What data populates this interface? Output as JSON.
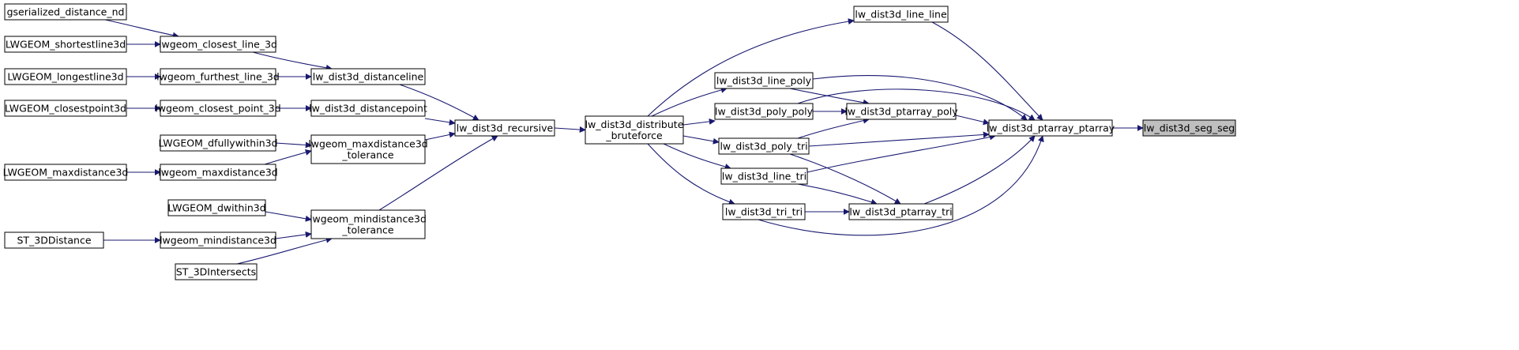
{
  "title": "",
  "colors": {
    "edge": "#191970",
    "node_border": "#000000",
    "node_fill": "#ffffff",
    "focus_fill": "#bfbfbf"
  },
  "nodes": [
    {
      "id": "gserialized_distance_nd",
      "lines": [
        "gserialized_distance_nd"
      ],
      "interactable": true
    },
    {
      "id": "LWGEOM_shortestline3d",
      "lines": [
        "LWGEOM_shortestline3d"
      ],
      "interactable": true
    },
    {
      "id": "lwgeom_closest_line_3d",
      "lines": [
        "lwgeom_closest_line_3d"
      ],
      "interactable": true
    },
    {
      "id": "LWGEOM_longestline3d",
      "lines": [
        "LWGEOM_longestline3d"
      ],
      "interactable": true
    },
    {
      "id": "lwgeom_furthest_line_3d",
      "lines": [
        "lwgeom_furthest_line_3d"
      ],
      "interactable": true
    },
    {
      "id": "lw_dist3d_distanceline",
      "lines": [
        "lw_dist3d_distanceline"
      ],
      "interactable": true
    },
    {
      "id": "LWGEOM_closestpoint3d",
      "lines": [
        "LWGEOM_closestpoint3d"
      ],
      "interactable": true
    },
    {
      "id": "lwgeom_closest_point_3d",
      "lines": [
        "lwgeom_closest_point_3d"
      ],
      "interactable": true
    },
    {
      "id": "lw_dist3d_distancepoint",
      "lines": [
        "lw_dist3d_distancepoint"
      ],
      "interactable": true
    },
    {
      "id": "lw_dist3d_recursive",
      "lines": [
        "lw_dist3d_recursive"
      ],
      "interactable": true
    },
    {
      "id": "LWGEOM_dfullywithin3d",
      "lines": [
        "LWGEOM_dfullywithin3d"
      ],
      "interactable": true
    },
    {
      "id": "lwgeom_maxdistance3d_tolerance",
      "lines": [
        "lwgeom_maxdistance3d",
        "_tolerance"
      ],
      "interactable": true
    },
    {
      "id": "LWGEOM_maxdistance3d",
      "lines": [
        "LWGEOM_maxdistance3d"
      ],
      "interactable": true
    },
    {
      "id": "lwgeom_maxdistance3d",
      "lines": [
        "lwgeom_maxdistance3d"
      ],
      "interactable": true
    },
    {
      "id": "LWGEOM_dwithin3d",
      "lines": [
        "LWGEOM_dwithin3d"
      ],
      "interactable": true
    },
    {
      "id": "lwgeom_mindistance3d_tolerance",
      "lines": [
        "lwgeom_mindistance3d",
        "_tolerance"
      ],
      "interactable": true
    },
    {
      "id": "ST_3DDistance",
      "lines": [
        "ST_3DDistance"
      ],
      "interactable": true
    },
    {
      "id": "lwgeom_mindistance3d",
      "lines": [
        "lwgeom_mindistance3d"
      ],
      "interactable": true
    },
    {
      "id": "ST_3DIntersects",
      "lines": [
        "ST_3DIntersects"
      ],
      "interactable": true
    },
    {
      "id": "lw_dist3d_distribute_bruteforce",
      "lines": [
        "lw_dist3d_distribute",
        "_bruteforce"
      ],
      "interactable": true
    },
    {
      "id": "lw_dist3d_line_line",
      "lines": [
        "lw_dist3d_line_line"
      ],
      "interactable": true
    },
    {
      "id": "lw_dist3d_line_poly",
      "lines": [
        "lw_dist3d_line_poly"
      ],
      "interactable": true
    },
    {
      "id": "lw_dist3d_poly_poly",
      "lines": [
        "lw_dist3d_poly_poly"
      ],
      "interactable": true
    },
    {
      "id": "lw_dist3d_ptarray_poly",
      "lines": [
        "lw_dist3d_ptarray_poly"
      ],
      "interactable": true
    },
    {
      "id": "lw_dist3d_poly_tri",
      "lines": [
        "lw_dist3d_poly_tri"
      ],
      "interactable": true
    },
    {
      "id": "lw_dist3d_line_tri",
      "lines": [
        "lw_dist3d_line_tri"
      ],
      "interactable": true
    },
    {
      "id": "lw_dist3d_tri_tri",
      "lines": [
        "lw_dist3d_tri_tri"
      ],
      "interactable": true
    },
    {
      "id": "lw_dist3d_ptarray_tri",
      "lines": [
        "lw_dist3d_ptarray_tri"
      ],
      "interactable": true
    },
    {
      "id": "lw_dist3d_ptarray_ptarray",
      "lines": [
        "lw_dist3d_ptarray_ptarray"
      ],
      "interactable": true
    },
    {
      "id": "lw_dist3d_seg_seg",
      "lines": [
        "lw_dist3d_seg_seg"
      ],
      "interactable": false,
      "focus": true
    }
  ],
  "edges": [
    [
      "gserialized_distance_nd",
      "lwgeom_closest_line_3d"
    ],
    [
      "LWGEOM_shortestline3d",
      "lwgeom_closest_line_3d"
    ],
    [
      "lwgeom_closest_line_3d",
      "lw_dist3d_distanceline"
    ],
    [
      "LWGEOM_longestline3d",
      "lwgeom_furthest_line_3d"
    ],
    [
      "lwgeom_furthest_line_3d",
      "lw_dist3d_distanceline"
    ],
    [
      "LWGEOM_closestpoint3d",
      "lwgeom_closest_point_3d"
    ],
    [
      "lwgeom_closest_point_3d",
      "lw_dist3d_distancepoint"
    ],
    [
      "lw_dist3d_distanceline",
      "lw_dist3d_recursive"
    ],
    [
      "lw_dist3d_distancepoint",
      "lw_dist3d_recursive"
    ],
    [
      "LWGEOM_dfullywithin3d",
      "lwgeom_maxdistance3d_tolerance"
    ],
    [
      "LWGEOM_maxdistance3d",
      "lwgeom_maxdistance3d"
    ],
    [
      "lwgeom_maxdistance3d",
      "lwgeom_maxdistance3d_tolerance"
    ],
    [
      "lwgeom_maxdistance3d_tolerance",
      "lw_dist3d_recursive"
    ],
    [
      "LWGEOM_dwithin3d",
      "lwgeom_mindistance3d_tolerance"
    ],
    [
      "ST_3DDistance",
      "lwgeom_mindistance3d"
    ],
    [
      "lwgeom_mindistance3d",
      "lwgeom_mindistance3d_tolerance"
    ],
    [
      "ST_3DIntersects",
      "lwgeom_mindistance3d_tolerance"
    ],
    [
      "lwgeom_mindistance3d_tolerance",
      "lw_dist3d_recursive"
    ],
    [
      "lw_dist3d_recursive",
      "lw_dist3d_distribute_bruteforce"
    ],
    [
      "lw_dist3d_distribute_bruteforce",
      "lw_dist3d_line_line"
    ],
    [
      "lw_dist3d_distribute_bruteforce",
      "lw_dist3d_line_poly"
    ],
    [
      "lw_dist3d_distribute_bruteforce",
      "lw_dist3d_poly_poly"
    ],
    [
      "lw_dist3d_distribute_bruteforce",
      "lw_dist3d_poly_tri"
    ],
    [
      "lw_dist3d_distribute_bruteforce",
      "lw_dist3d_line_tri"
    ],
    [
      "lw_dist3d_distribute_bruteforce",
      "lw_dist3d_tri_tri"
    ],
    [
      "lw_dist3d_line_poly",
      "lw_dist3d_ptarray_poly"
    ],
    [
      "lw_dist3d_poly_poly",
      "lw_dist3d_ptarray_poly"
    ],
    [
      "lw_dist3d_poly_tri",
      "lw_dist3d_ptarray_poly"
    ],
    [
      "lw_dist3d_poly_tri",
      "lw_dist3d_ptarray_tri"
    ],
    [
      "lw_dist3d_line_tri",
      "lw_dist3d_ptarray_tri"
    ],
    [
      "lw_dist3d_tri_tri",
      "lw_dist3d_ptarray_tri"
    ],
    [
      "lw_dist3d_line_line",
      "lw_dist3d_ptarray_ptarray"
    ],
    [
      "lw_dist3d_line_poly",
      "lw_dist3d_ptarray_ptarray"
    ],
    [
      "lw_dist3d_poly_poly",
      "lw_dist3d_ptarray_ptarray"
    ],
    [
      "lw_dist3d_ptarray_poly",
      "lw_dist3d_ptarray_ptarray"
    ],
    [
      "lw_dist3d_poly_tri",
      "lw_dist3d_ptarray_ptarray"
    ],
    [
      "lw_dist3d_line_tri",
      "lw_dist3d_ptarray_ptarray"
    ],
    [
      "lw_dist3d_tri_tri",
      "lw_dist3d_ptarray_ptarray"
    ],
    [
      "lw_dist3d_ptarray_tri",
      "lw_dist3d_ptarray_ptarray"
    ],
    [
      "lw_dist3d_ptarray_ptarray",
      "lw_dist3d_seg_seg"
    ]
  ]
}
